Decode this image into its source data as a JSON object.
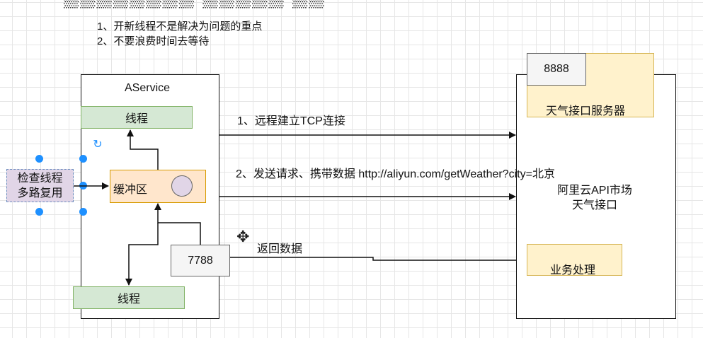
{
  "notes": {
    "line1": "1、开新线程不是解决为问题的重点",
    "line2": "2、不要浪费时间去等待"
  },
  "aservice": {
    "title": "AService",
    "thread_top": "线程",
    "buffer": "缓冲区",
    "thread_bottom": "线程",
    "port": "7788"
  },
  "selector": {
    "label_line1": "检查线程",
    "label_line2": "多路复用"
  },
  "remote": {
    "port": "8888",
    "weather_server": "天气接口服务器",
    "market_line1": "阿里云API市场",
    "market_line2": "天气接口",
    "business": "业务处理"
  },
  "arrows": {
    "step1": "1、远程建立TCP连接",
    "step2": "2、发送请求、携带数据 http://aliyun.com/getWeather?city=北京",
    "step3": "返回数据"
  },
  "colors": {
    "green_fill": "#d5e8d4",
    "orange_fill": "#ffe6cc",
    "yellow_fill": "#fff2cc",
    "purple_fill": "#e1d5e7",
    "selection_blue": "#1e90ff"
  }
}
